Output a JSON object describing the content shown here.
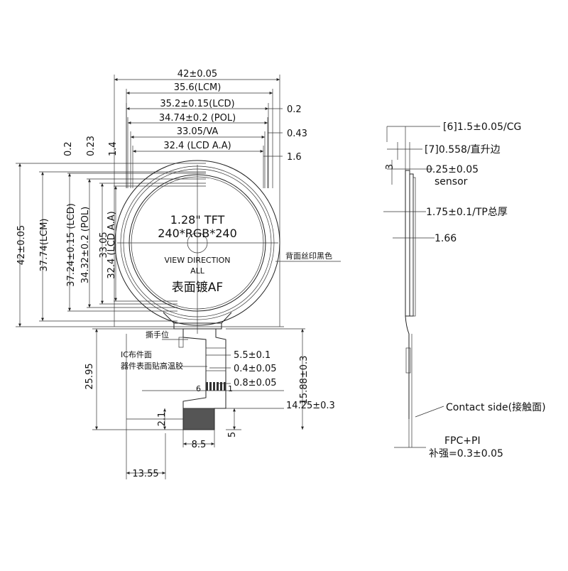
{
  "front": {
    "top_dims": {
      "outline_total": "42±0.05",
      "lcm": "35.6(LCM)",
      "lcd": "35.2±0.15(LCD)",
      "pol": "34.74±0.2 (POL)",
      "va": "33.05/VA",
      "aa": "32.4 (LCD A.A)"
    },
    "right_gaps": {
      "g1": "0.2",
      "g2": "0.43",
      "g3": "1.6"
    },
    "left_dims": {
      "outline_total": "42±0.05",
      "lcm": "37.74(LCM)",
      "lcd": "37.24±0.15 (LCD)",
      "pol": "34.32±0.2 (POL)",
      "va": "33.05",
      "aa": "32.4 (LCD A.A)"
    },
    "top_gaps": {
      "g1": "0.2",
      "g2": "0.23",
      "g3": "1.4"
    },
    "display": {
      "line1": "1.28\" TFT",
      "line2": "240*RGB*240",
      "line3": "VIEW DIRECTION",
      "line4": "ALL",
      "coating": "表面镀AF"
    },
    "silk_note": "背面丝印黑色",
    "tear_note": "撕手位",
    "ic_note_1": "IC布件面",
    "ic_note_2": "器件表面贴高温胶",
    "fpc_dims": {
      "width_55": "5.5±0.1",
      "pitch_04": "0.4±0.05",
      "pin_08": "0.8±0.05",
      "pin_6": "6",
      "pin_1": "1",
      "h_1588": "15.88±0.3",
      "h_1425": "14.25±0.3",
      "h_2595": "25.95",
      "w_21": "2.1",
      "w_85": "8.5",
      "w_5": "5",
      "w_1355": "13.55"
    }
  },
  "side": {
    "cg": "[6]1.5±0.05/CG",
    "pol_stack": "[7]0.558/直升边",
    "tp_gap": "3",
    "sensor_1": "0.25±0.05",
    "sensor_2": "sensor",
    "tp_total": "1.75±0.1/TP总厚",
    "total": "1.66",
    "contact": "Contact side(接触面)",
    "fpc_1": "FPC+PI",
    "fpc_2": "补强=0.3±0.05"
  }
}
